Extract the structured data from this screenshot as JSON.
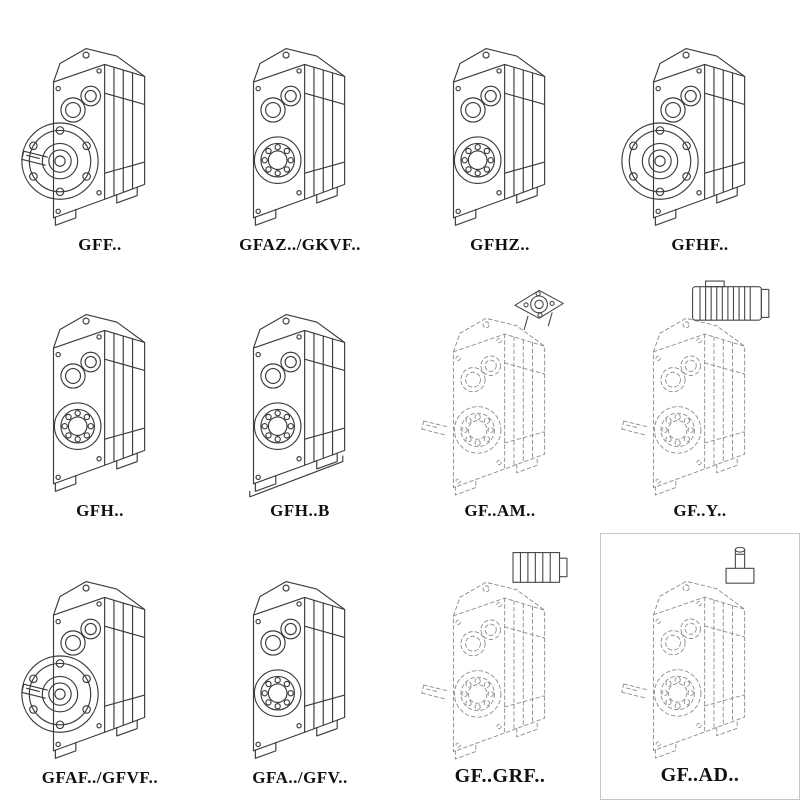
{
  "page": {
    "background": "#ffffff",
    "line_color": "#3c3c3c",
    "phantom_line_color": "#8f8f8f"
  },
  "grid": {
    "items": [
      {
        "label": "GFF..",
        "type": "flange-shaft-gearbox-drawing",
        "style": "solid"
      },
      {
        "label": "GFAZ../GKVF..",
        "type": "hollow-shaft-gearbox-drawing",
        "style": "solid"
      },
      {
        "label": "GFHZ..",
        "type": "hollow-shaft-gearbox-drawing",
        "style": "solid"
      },
      {
        "label": "GFHF..",
        "type": "flange-mounted-gearbox-drawing",
        "style": "solid"
      },
      {
        "label": "GFH..",
        "type": "shaft-mounted-gearbox-drawing",
        "style": "solid"
      },
      {
        "label": "GFH..B",
        "type": "foot-mounted-gearbox-drawing",
        "style": "solid"
      },
      {
        "label": "GF..AM..",
        "type": "gearbox-with-input-flange-drawing",
        "style": "dashed"
      },
      {
        "label": "GF..Y..",
        "type": "gearbox-with-motor-drawing",
        "style": "dashed"
      },
      {
        "label": "GFAF../GFVF..",
        "type": "flange-shaft-gearbox-drawing",
        "style": "solid"
      },
      {
        "label": "GFA../GFV..",
        "type": "hollow-shaft-gearbox-drawing",
        "style": "solid"
      },
      {
        "label": "GF..GRF..",
        "type": "gearbox-with-adapter-drawing",
        "style": "dashed"
      },
      {
        "label": "GF..AD..",
        "type": "gearbox-with-input-shaft-drawing",
        "style": "dashed"
      }
    ]
  }
}
